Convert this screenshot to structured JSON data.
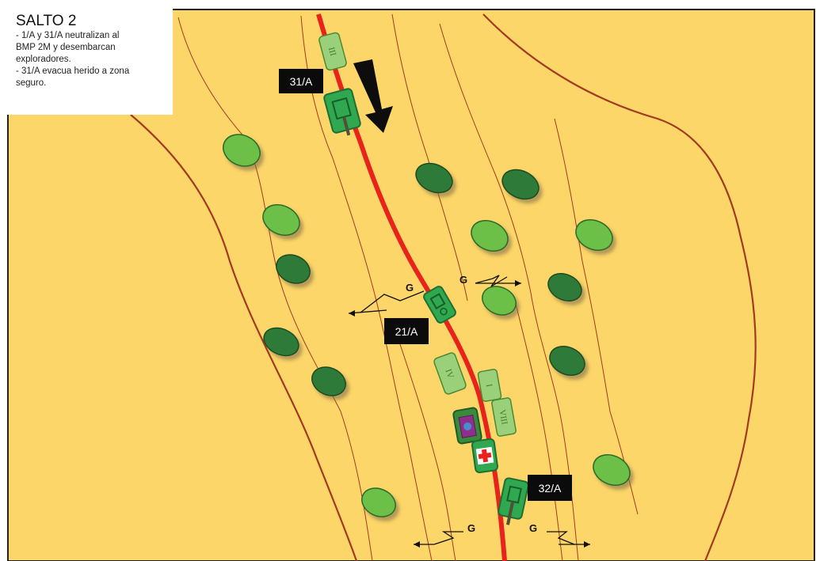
{
  "legend": {
    "title": "SALTO 2",
    "lines": [
      "- 1/A y 31/A neutralizan al",
      "BMP 2M y desembarcan",
      "exploradores.",
      "- 31/A evacua herido a zona",
      "seguro."
    ]
  },
  "unit_labels": {
    "u31": "31/A",
    "u21": "21/A",
    "u32": "32/A"
  },
  "vehicle_marks": {
    "v_top": "III",
    "v_iv": "IV",
    "v_i": "I",
    "v_viii": "VIII"
  },
  "g_marks": [
    "G",
    "G",
    "G",
    "G"
  ],
  "colors": {
    "terrain": "#fcd668",
    "road": "#e8231c",
    "contour": "#a33a20",
    "tank": "#2fa84f",
    "light_vehicle": "#9ad07a",
    "tree_dark": "#2f7a37",
    "tree_light": "#6cbf46"
  },
  "icons": [
    "arrow-down-icon",
    "medical-cross-icon",
    "tank-icon",
    "tree-icon"
  ]
}
